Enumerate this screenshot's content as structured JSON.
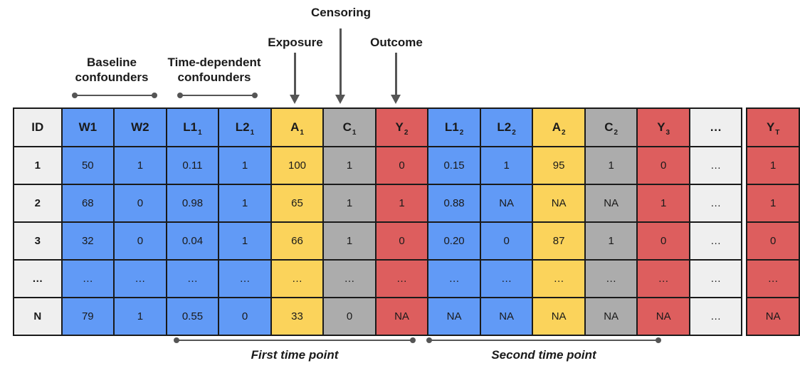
{
  "colors": {
    "blue": "#619AF6",
    "yellow": "#FBD35B",
    "gray": "#ACACAC",
    "red": "#DD5E5E",
    "light_gray": "#EFEFEF",
    "annotation_gray": "#555555",
    "border_black": "#1A1A1A"
  },
  "annotations": {
    "censoring": "Censoring",
    "exposure": "Exposure",
    "outcome": "Outcome",
    "baseline_line1": "Baseline",
    "baseline_line2": "confounders",
    "time_dependent_line1": "Time-dependent",
    "time_dependent_line2": "confounders",
    "first_time_point": "First time point",
    "second_time_point": "Second time point"
  },
  "table": {
    "columns": [
      {
        "key": "id",
        "label": "ID",
        "sub": "",
        "color": "light_gray"
      },
      {
        "key": "w1",
        "label": "W1",
        "sub": "",
        "color": "blue"
      },
      {
        "key": "w2",
        "label": "W2",
        "sub": "",
        "color": "blue"
      },
      {
        "key": "l1-1",
        "label": "L1",
        "sub": "1",
        "color": "blue"
      },
      {
        "key": "l2-1",
        "label": "L2",
        "sub": "1",
        "color": "blue"
      },
      {
        "key": "a-1",
        "label": "A",
        "sub": "1",
        "color": "yellow"
      },
      {
        "key": "c-1",
        "label": "C",
        "sub": "1",
        "color": "gray"
      },
      {
        "key": "y-2",
        "label": "Y",
        "sub": "2",
        "color": "red"
      },
      {
        "key": "l1-2",
        "label": "L1",
        "sub": "2",
        "color": "blue"
      },
      {
        "key": "l2-2",
        "label": "L2",
        "sub": "2",
        "color": "blue"
      },
      {
        "key": "a-2",
        "label": "A",
        "sub": "2",
        "color": "yellow"
      },
      {
        "key": "c-2",
        "label": "C",
        "sub": "2",
        "color": "gray"
      },
      {
        "key": "y-3",
        "label": "Y",
        "sub": "3",
        "color": "red"
      },
      {
        "key": "ellipsis",
        "label": "…",
        "sub": "",
        "color": "light_gray"
      },
      {
        "key": "y-t",
        "label": "Y",
        "sub": "T",
        "color": "red",
        "gap_before": true
      }
    ],
    "rows": [
      [
        "1",
        "50",
        "1",
        "0.11",
        "1",
        "100",
        "1",
        "0",
        "0.15",
        "1",
        "95",
        "1",
        "0",
        "…",
        "1"
      ],
      [
        "2",
        "68",
        "0",
        "0.98",
        "1",
        "65",
        "1",
        "1",
        "0.88",
        "NA",
        "NA",
        "NA",
        "1",
        "…",
        "1"
      ],
      [
        "3",
        "32",
        "0",
        "0.04",
        "1",
        "66",
        "1",
        "0",
        "0.20",
        "0",
        "87",
        "1",
        "0",
        "…",
        "0"
      ],
      [
        "…",
        "…",
        "…",
        "…",
        "…",
        "…",
        "…",
        "…",
        "…",
        "…",
        "…",
        "…",
        "…",
        "…",
        "…"
      ],
      [
        "N",
        "79",
        "1",
        "0.55",
        "0",
        "33",
        "0",
        "NA",
        "NA",
        "NA",
        "NA",
        "NA",
        "NA",
        "…",
        "NA"
      ]
    ]
  }
}
